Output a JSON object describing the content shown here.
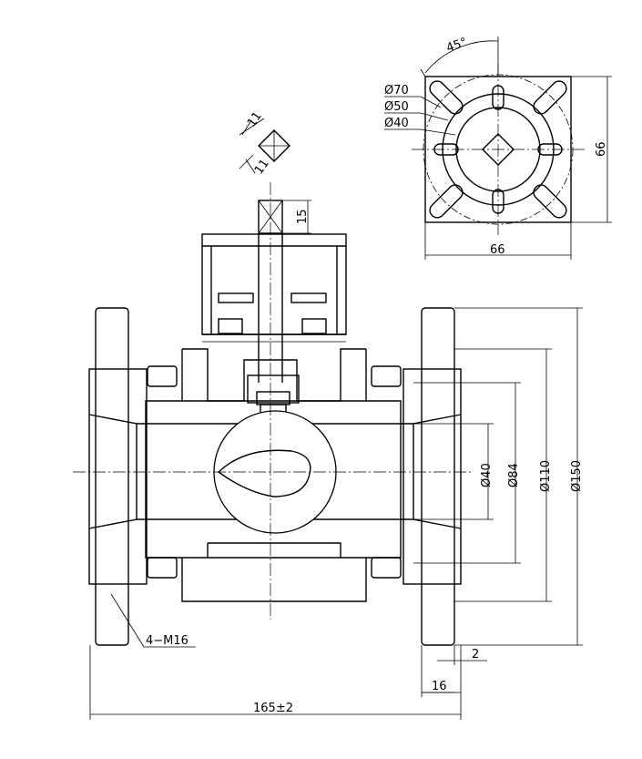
{
  "top_view": {
    "angle_label": "45°",
    "dia_70": "Ø70",
    "dia_50": "Ø50",
    "dia_40": "Ø40",
    "width_label": "66",
    "height_label": "66"
  },
  "stem_detail": {
    "flat_a": "11",
    "flat_b": "11",
    "stem_height": "15"
  },
  "front_view": {
    "bore_dia": "Ø40",
    "raised_face_dia": "Ø84",
    "bolt_circle_dia": "Ø110",
    "flange_dia": "Ø150",
    "bolt_callout": "4−M16",
    "face_step": "2",
    "flange_thickness": "16",
    "overall_length": "165±2"
  }
}
